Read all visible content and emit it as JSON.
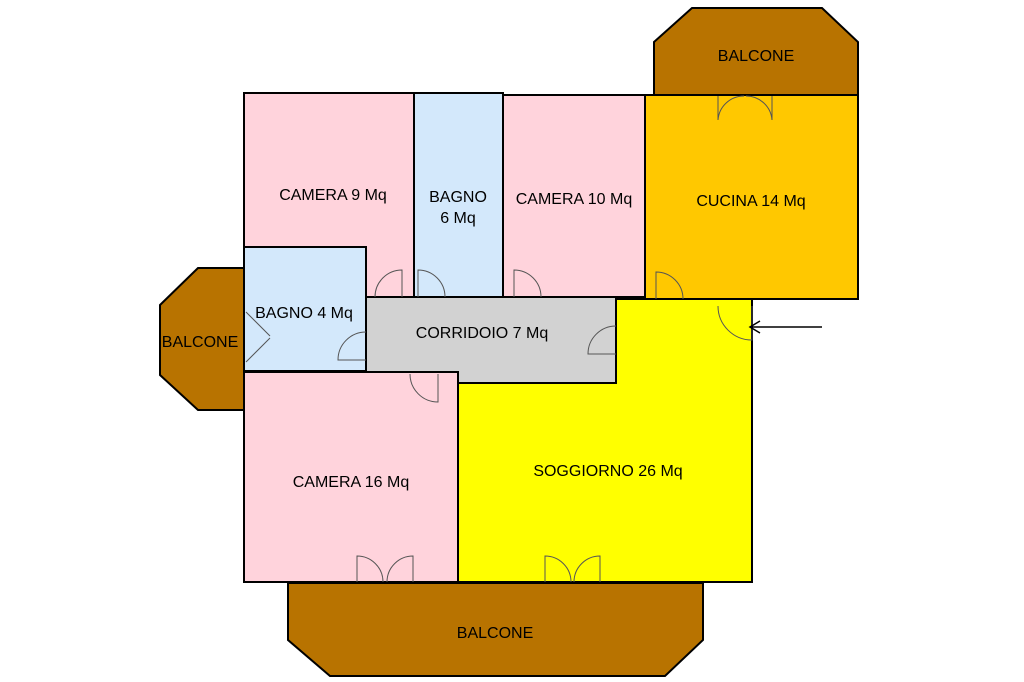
{
  "colors": {
    "camera": "#ffd3dc",
    "bagno": "#d3e8fb",
    "cucina": "#ffc800",
    "soggiorno": "#ffff00",
    "corridoio": "#d2d2d2",
    "balcone": "#b87300"
  },
  "rooms": {
    "camera_9": "CAMERA 9 Mq",
    "bagno_6_line1": "BAGNO",
    "bagno_6_line2": "6 Mq",
    "camera_10": "CAMERA 10 Mq",
    "cucina": "CUCINA 14 Mq",
    "bagno_4": "BAGNO 4 Mq",
    "corridoio": "CORRIDOIO 7 Mq",
    "camera_16": "CAMERA 16 Mq",
    "soggiorno": "SOGGIORNO 26 Mq"
  },
  "balconies": {
    "top": "BALCONE",
    "left": "BALCONE",
    "bottom": "BALCONE"
  },
  "entrance_icon": "arrow-left-icon"
}
